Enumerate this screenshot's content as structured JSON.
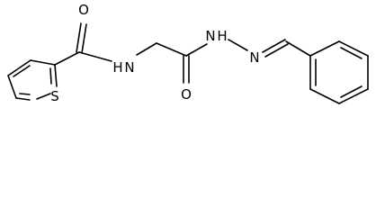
{
  "atoms": {
    "O_amide": "O",
    "N_amide": "N",
    "H_amide": "H",
    "O_hydrazide": "O",
    "N_hydrazide": "N",
    "H_hydrazide": "H",
    "N_imine": "N",
    "S_thiophene": "S"
  },
  "colors": {
    "bond": "#000000",
    "label": "#000000",
    "background": "#ffffff"
  }
}
